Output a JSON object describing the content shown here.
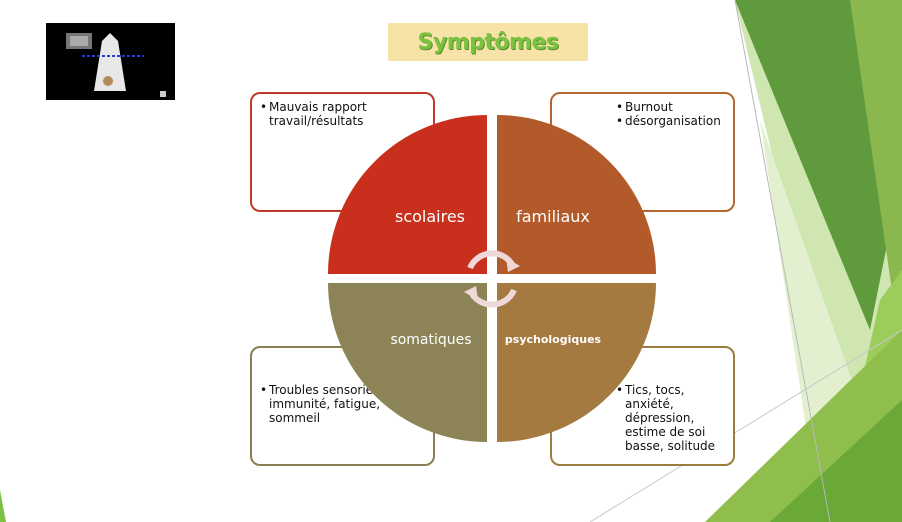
{
  "title": "Symptômes",
  "quadrants": {
    "top_left": {
      "label": "scolaires",
      "color": "#c82f1c",
      "items": [
        "Mauvais rapport travail/résultats"
      ]
    },
    "top_right": {
      "label": "familiaux",
      "color": "#b25a2a",
      "items": [
        "Burnout",
        "désorganisation"
      ]
    },
    "bottom_left": {
      "label": "somatiques",
      "color": "#8c8457",
      "items": [
        "Troubles sensoriels, immunité, fatigue, sommeil"
      ]
    },
    "bottom_right": {
      "label": "psychologiques",
      "color": "#a47a40",
      "items": [
        "Tics, tocs, anxiété, dépression, estime de soi basse, solitude"
      ]
    }
  },
  "colors": {
    "title_bg": "#f7e3a8",
    "title_text": "#7cc242",
    "accent_green": "#7cc242"
  }
}
